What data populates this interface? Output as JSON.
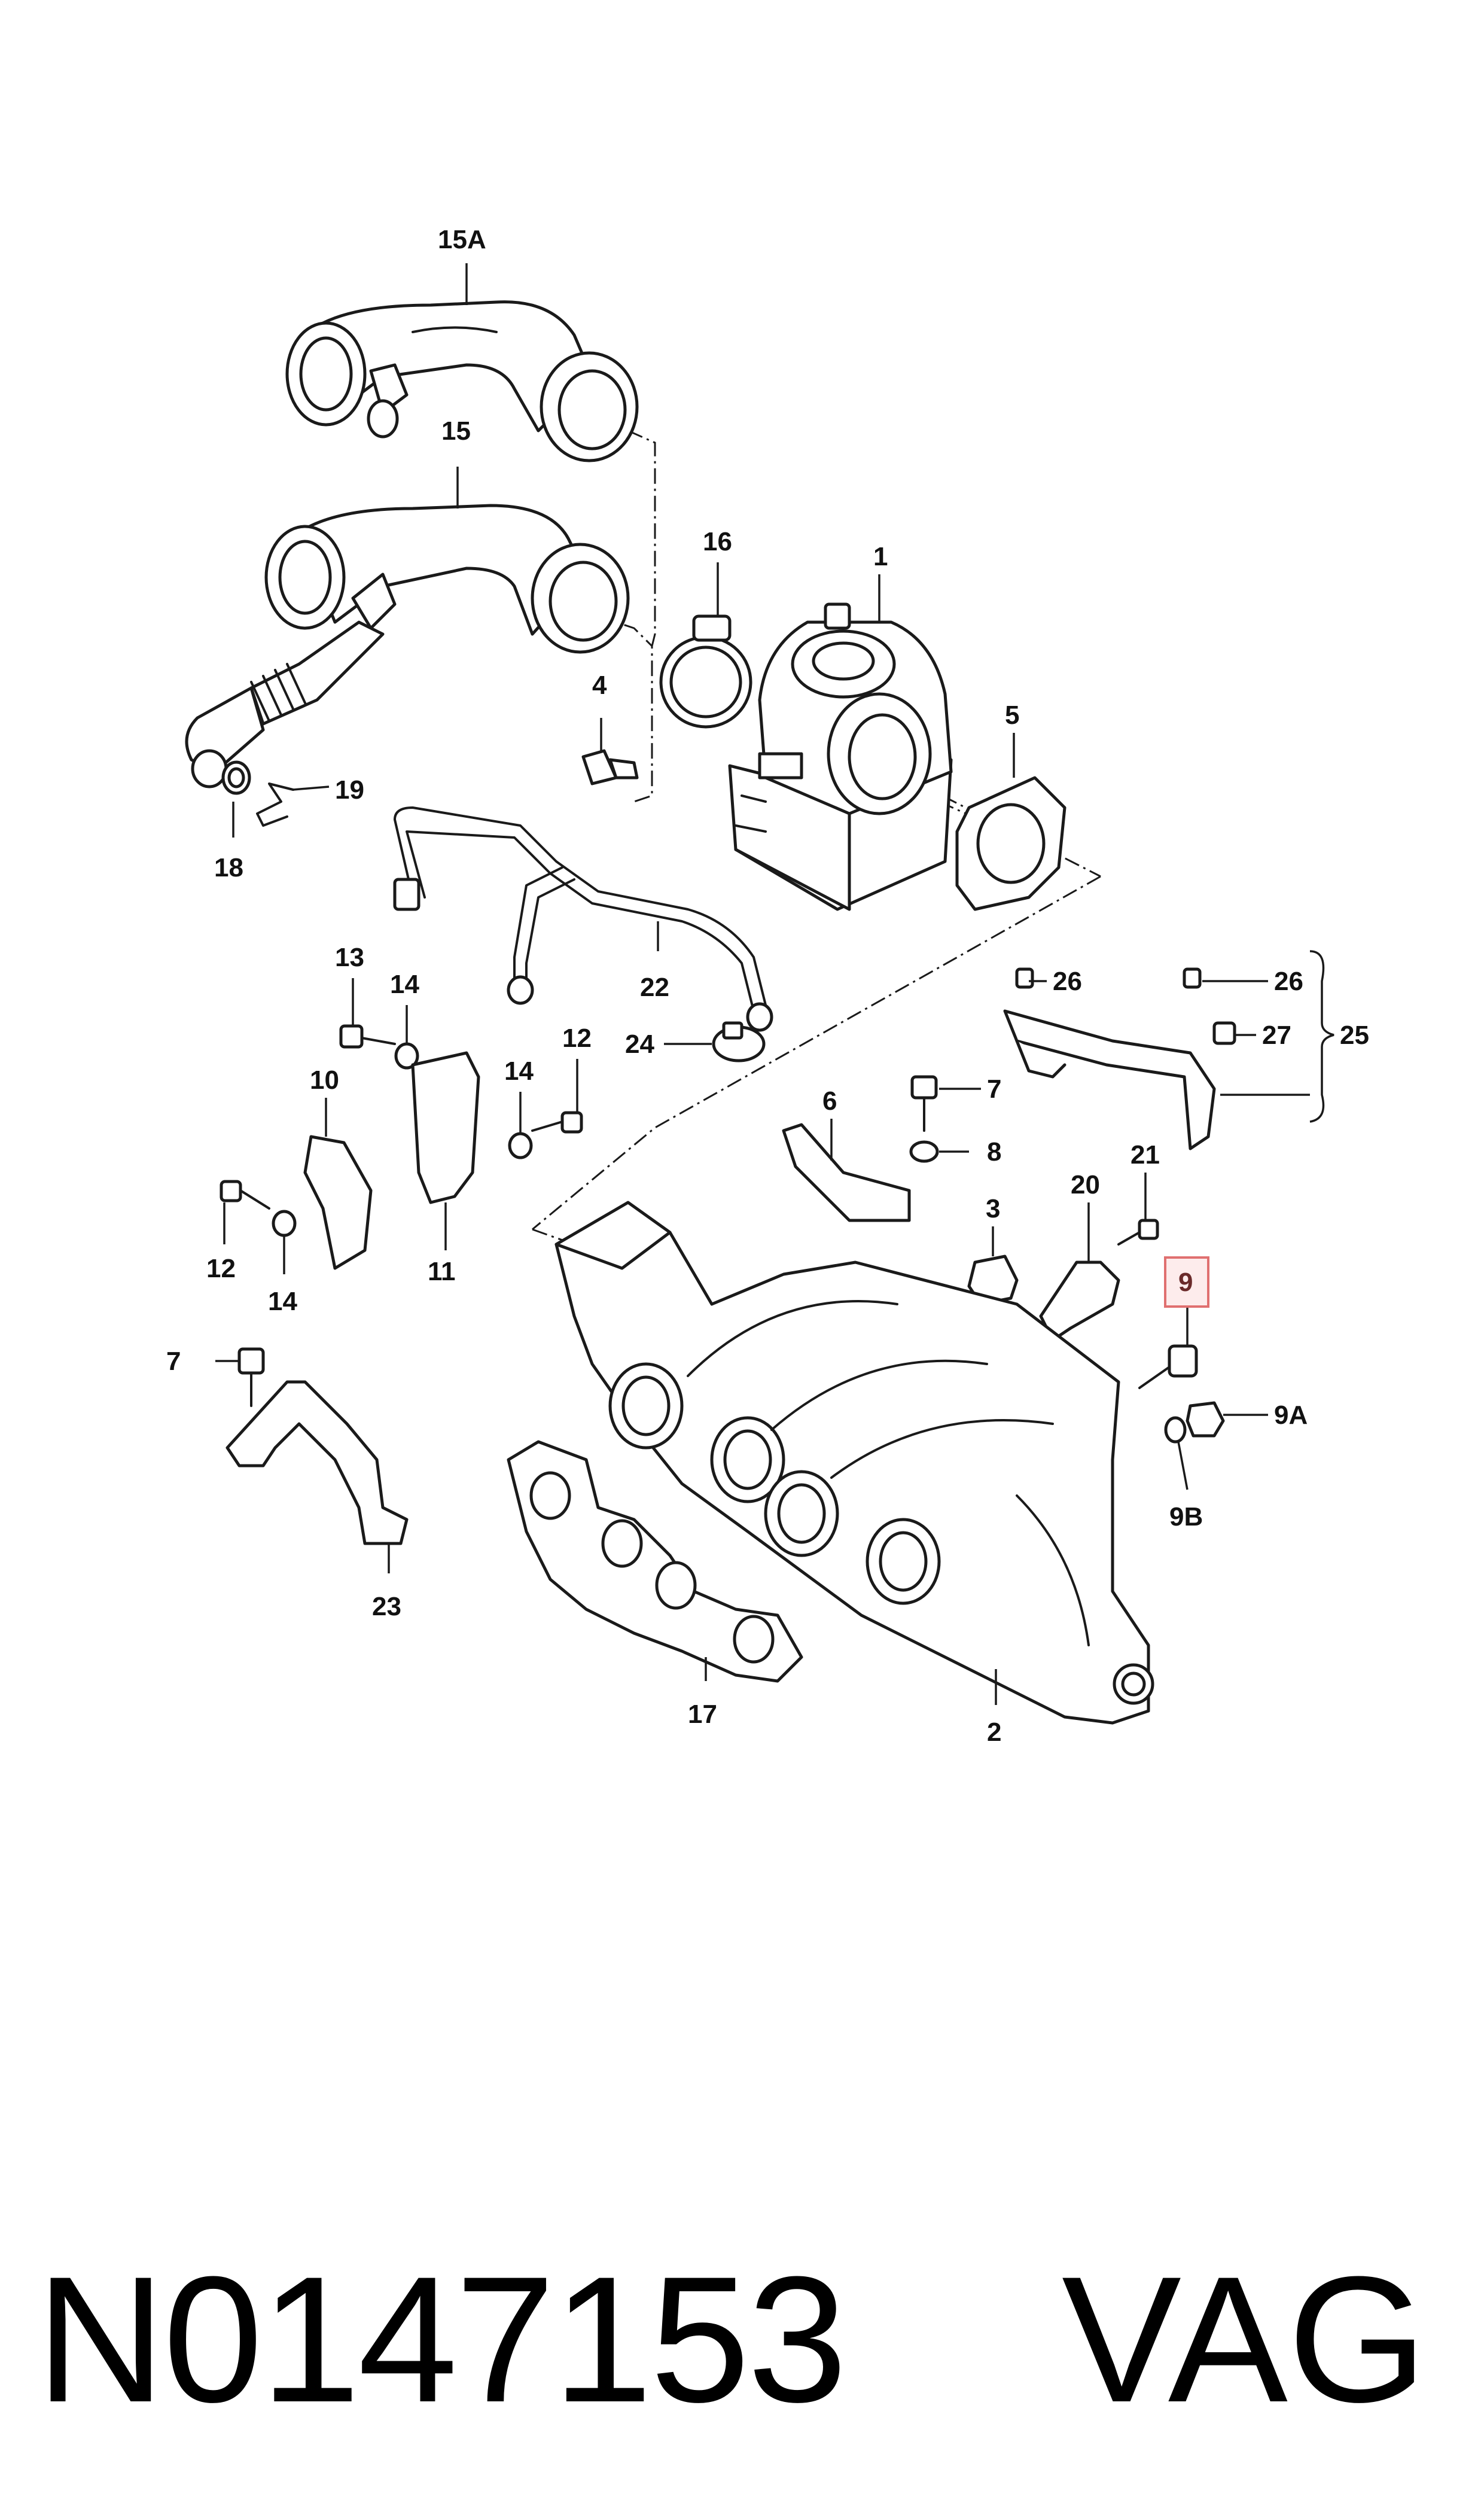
{
  "callouts": {
    "c15A": "15A",
    "c15": "15",
    "c16": "16",
    "c1": "1",
    "c4": "4",
    "c5": "5",
    "c19": "19",
    "c18": "18",
    "c22": "22",
    "c24": "24",
    "c13": "13",
    "c14a": "14",
    "c12a": "12",
    "c14b": "14",
    "c10": "10",
    "c12b": "12",
    "c14c": "14",
    "c11": "11",
    "c26a": "26",
    "c26b": "26",
    "c27": "27",
    "c25": "25",
    "c6": "6",
    "c7a": "7",
    "c8": "8",
    "c3": "3",
    "c20": "20",
    "c21": "21",
    "c9": "9",
    "c9A": "9A",
    "c9B": "9B",
    "c7b": "7",
    "c23": "23",
    "c17": "17",
    "c2": "2"
  },
  "highlighted_callout": "9",
  "footer": {
    "part_number": "N0147153",
    "brand": "VAG"
  },
  "colors": {
    "line": "#1a1a1a",
    "highlight_fill": "#fdecec",
    "highlight_border": "#e07070"
  }
}
